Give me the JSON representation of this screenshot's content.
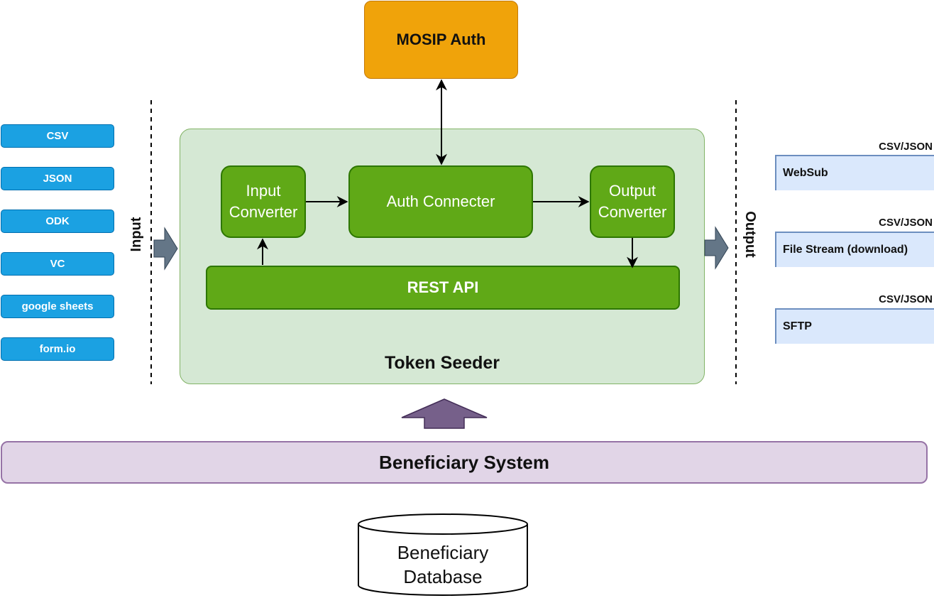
{
  "mosip_auth": {
    "label": "MOSIP Auth",
    "fill": "#f0a30a"
  },
  "token_seeder": {
    "title": "Token Seeder",
    "input_converter": "Input\nConverter",
    "auth_connecter": "Auth Connecter",
    "output_converter": "Output\nConverter",
    "rest_api": "REST API",
    "fill": "#d5e8d4",
    "component_fill": "#60a917"
  },
  "input": {
    "label": "Input",
    "sources": [
      {
        "label": "CSV"
      },
      {
        "label": "JSON"
      },
      {
        "label": "ODK"
      },
      {
        "label": "VC"
      },
      {
        "label": "google sheets"
      },
      {
        "label": "form.io"
      }
    ],
    "source_fill": "#1ba1e2"
  },
  "output": {
    "label": "Output",
    "targets": [
      {
        "format": "CSV/JSON",
        "label": "WebSub"
      },
      {
        "format": "CSV/JSON",
        "label": "File Stream (download)"
      },
      {
        "format": "CSV/JSON",
        "label": "SFTP"
      }
    ],
    "target_fill": "#dae8fc"
  },
  "beneficiary_system": {
    "label": "Beneficiary System",
    "fill": "#e1d5e7"
  },
  "beneficiary_database": {
    "label": "Beneficiary\nDatabase"
  }
}
